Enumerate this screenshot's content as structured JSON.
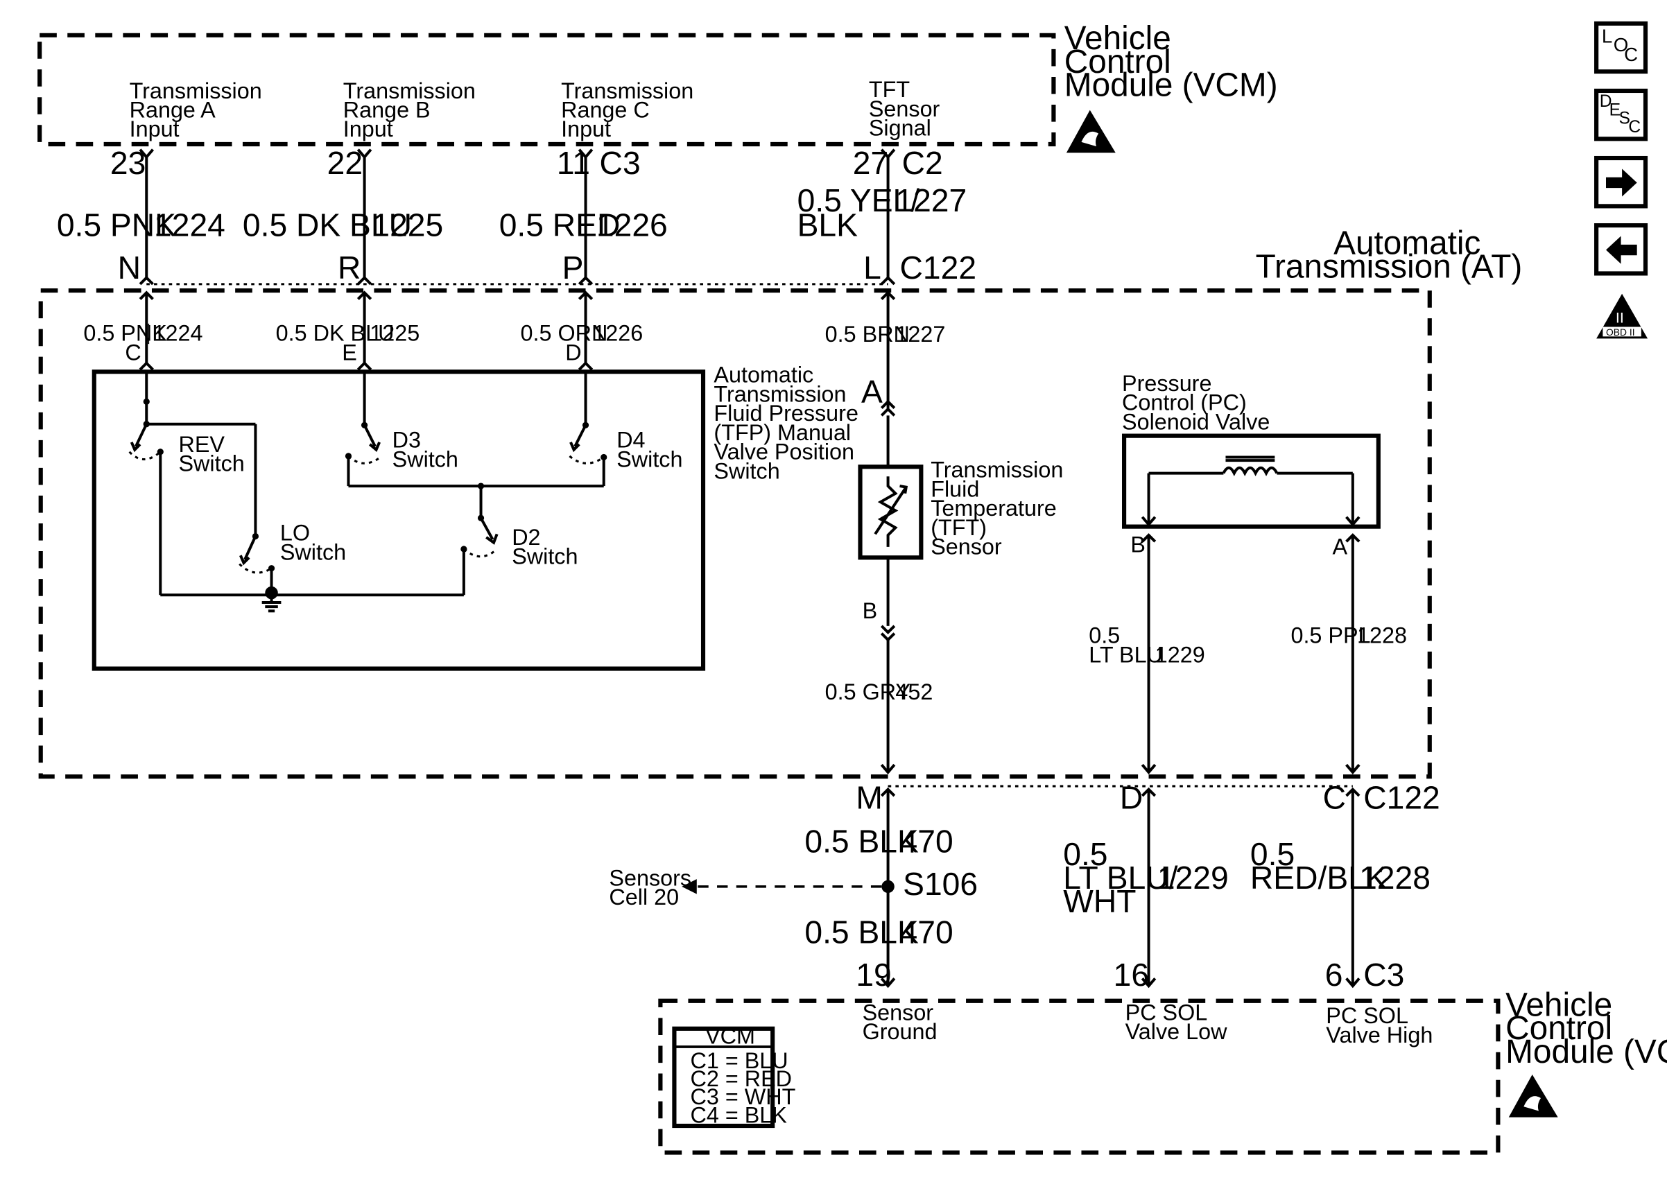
{
  "vcm_top": {
    "title": [
      "Vehicle",
      "Control",
      "Module (VCM)"
    ]
  },
  "vcm_bottom": {
    "title": [
      "Vehicle",
      "Control",
      "Module (VCM)"
    ]
  },
  "at": {
    "title": [
      "Automatic",
      "Transmission (AT)"
    ]
  },
  "vcm_inputs": {
    "range_a": [
      "Transmission",
      "Range A",
      "Input"
    ],
    "range_b": [
      "Transmission",
      "Range B",
      "Input"
    ],
    "range_c": [
      "Transmission",
      "Range C",
      "Input"
    ],
    "tft": [
      "TFT",
      "Sensor",
      "Signal"
    ]
  },
  "top_pins": {
    "p23": "23",
    "p22": "22",
    "p11": "11",
    "c3": "C3",
    "p27": "27",
    "c2": "C2"
  },
  "top_wires": {
    "pnk_color": "0.5 PNK",
    "pnk_circuit": "1224",
    "dkblu_color": "0.5 DK BLU",
    "dkblu_circuit": "1225",
    "red_color": "0.5 RED",
    "red_circuit": "1226",
    "yel_color": [
      "0.5 YEL/",
      "BLK"
    ],
    "yel_circuit": "1227"
  },
  "c122_top": {
    "N": "N",
    "R": "R",
    "P": "P",
    "L": "L",
    "name": "C122"
  },
  "internal_wires": {
    "pnk_color": "0.5 PNK",
    "pnk_circuit": "1224",
    "pnk_pin": "C",
    "dkblu_color": "0.5 DK BLU",
    "dkblu_circuit": "1225",
    "dkblu_pin": "E",
    "orn_color": "0.5 ORN",
    "orn_circuit": "1226",
    "orn_pin": "D",
    "brn_color": "0.5 BRN",
    "brn_circuit": "1227",
    "gry_color": "0.5 GRY",
    "gry_circuit": "452",
    "ltblu_color": [
      "0.5",
      "LT BLU"
    ],
    "ltblu_circuit": "1229",
    "ppl_color": "0.5 PPL",
    "ppl_circuit": "1228"
  },
  "tfp_switch": {
    "title": [
      "Automatic",
      "Transmission",
      "Fluid Pressure",
      "(TFP) Manual",
      "Valve Position",
      "Switch"
    ],
    "rev": [
      "REV",
      "Switch"
    ],
    "d3": [
      "D3",
      "Switch"
    ],
    "d4": [
      "D4",
      "Switch"
    ],
    "lo": [
      "LO",
      "Switch"
    ],
    "d2": [
      "D2",
      "Switch"
    ]
  },
  "tft_sensor": {
    "title": [
      "Transmission",
      "Fluid",
      "Temperature",
      "(TFT)",
      "Sensor"
    ],
    "pin_a": "A",
    "pin_b": "B"
  },
  "pc_valve": {
    "title": [
      "Pressure",
      "Control (PC)",
      "Solenoid Valve"
    ],
    "pin_b": "B",
    "pin_a": "A"
  },
  "c122_bottom": {
    "M": "M",
    "D": "D",
    "C": "C",
    "name": "C122"
  },
  "bottom_wires": {
    "blk_color": "0.5 BLK",
    "blk_circuit": "470",
    "splice": "S106",
    "sensors_ref": [
      "Sensors",
      "Cell 20"
    ],
    "blk2_color": "0.5 BLK",
    "blk2_circuit": "470",
    "ltbluwht_color": [
      "0.5",
      "LT BLU/",
      "WHT"
    ],
    "ltbluwht_circuit": "1229",
    "redblk_color": [
      "0.5",
      "RED/BLK"
    ],
    "redblk_circuit": "1228"
  },
  "bottom_pins": {
    "p19": "19",
    "p16": "16",
    "p6": "6",
    "c3": "C3"
  },
  "vcm_outputs": {
    "sensor_ground": [
      "Sensor",
      "Ground"
    ],
    "pc_low": [
      "PC SOL",
      "Valve Low"
    ],
    "pc_high": [
      "PC SOL",
      "Valve High"
    ]
  },
  "vcm_legend": {
    "title": "VCM",
    "rows": [
      "C1 = BLU",
      "C2 = RED",
      "C3 = WHT",
      "C4 = BLK"
    ]
  },
  "nav": {
    "loc_icon": [
      "L",
      "O",
      "C"
    ],
    "desc_icon": [
      "D",
      "E",
      "S",
      "C"
    ],
    "obd_label": "OBD II",
    "obd_mark": "II"
  }
}
